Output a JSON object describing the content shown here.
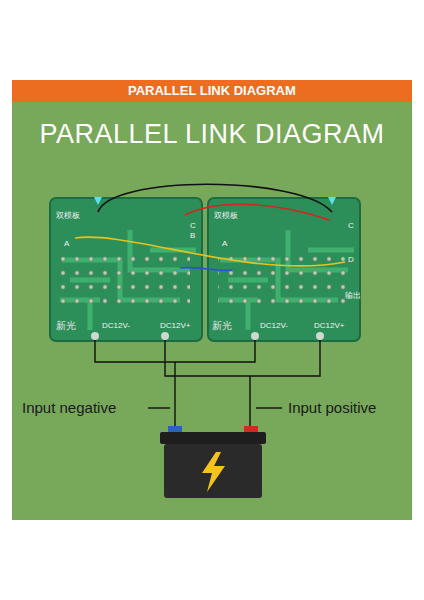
{
  "diagram": {
    "title": "PARALLEL LINK DIAGRAM",
    "labels": [
      "PARALLEL LINK DIAGRAM",
      "双模板",
      "A",
      "C",
      "B",
      "新光",
      "DC12V-",
      "DC12V+",
      "双模板",
      "A",
      "C",
      "D",
      "新光",
      "DC12V-",
      "DC12V+",
      "输出",
      "Input negative",
      "Input positive"
    ]
  }
}
